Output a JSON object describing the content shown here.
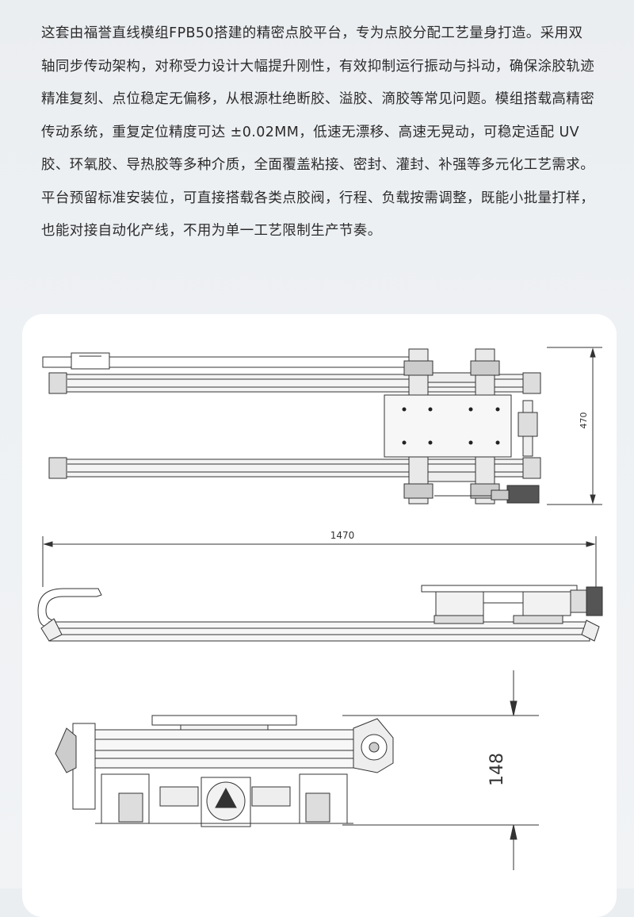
{
  "description": {
    "paragraph1": "这套由福誉直线模组FPB50搭建的精密点胶平台，专为点胶分配工艺量身打造。采用双轴同步传动架构，对称受力设计大幅提升刚性，有效抑制运行振动与抖动，确保涂胶轨迹精准复刻、点位稳定无偏移，从根源杜绝断胶、溢胶、滴胶等常见问题。模组搭载高精密传动系统，重复定位精度可达 ±0.02MM，低速无漂移、高速无晃动，可稳定适配 UV 胶、环氧胶、导热胶等多种介质，全面覆盖粘接、密封、灌封、补强等多元化工艺需求。",
    "paragraph2": "平台预留标准安装位，可直接搭载各类点胶阀，行程、负载按需调整，既能小批量打样，也能对接自动化产线，不用为单一工艺限制生产节奏。"
  },
  "drawings": {
    "top_view_dimension": "470",
    "side_view_dimension": "1470",
    "end_view_dimension": "148"
  }
}
